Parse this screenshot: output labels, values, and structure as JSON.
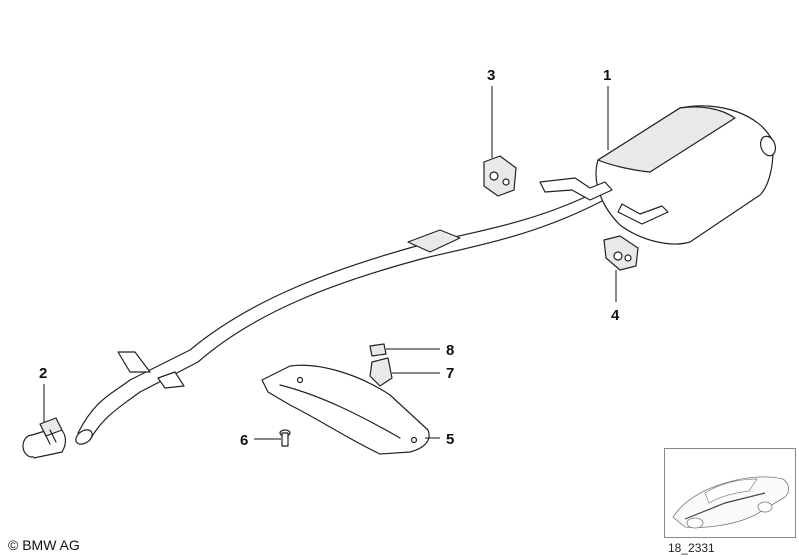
{
  "callouts": [
    {
      "label": "1"
    },
    {
      "label": "2"
    },
    {
      "label": "3"
    },
    {
      "label": "4"
    },
    {
      "label": "5"
    },
    {
      "label": "6"
    },
    {
      "label": "7"
    },
    {
      "label": "8"
    }
  ],
  "footer": {
    "copyright": "© BMW AG",
    "reference": "18_2331"
  },
  "icons": {
    "exhaust": "exhaust-system-icon",
    "muffler": "rear-muffler-icon",
    "clamp": "pipe-clamp-icon",
    "hanger": "rubber-mount-icon",
    "bracket": "mounting-bracket-icon",
    "screw": "screw-icon",
    "nut": "nut-icon",
    "car": "car-thumbnail-icon"
  }
}
